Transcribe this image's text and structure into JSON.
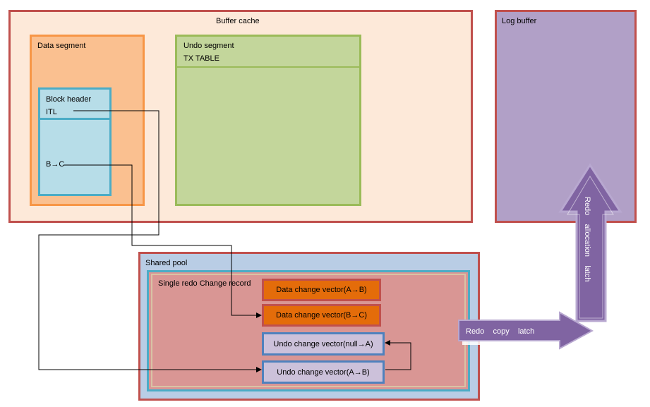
{
  "buffer_cache": {
    "title": "Buffer cache"
  },
  "log_buffer": {
    "title": "Log buffer"
  },
  "data_segment": {
    "title": "Data segment",
    "block": {
      "header": "Block header",
      "itl": "ITL",
      "row": "B→C"
    }
  },
  "undo_segment": {
    "title": "Undo segment",
    "tx_table": "TX TABLE"
  },
  "shared_pool": {
    "title": "Shared pool",
    "change_record": {
      "title": "Single redo Change record",
      "vectors": [
        "Data change vector(A→B)",
        "Data change vector(B→C)",
        "Undo change vector(null→A)",
        "Undo change vector(A→B)"
      ]
    }
  },
  "arrows": {
    "redo_copy_latch": "Redo    copy    latch",
    "redo_allocation_latch": "Redo    allocation    latch"
  },
  "colors": {
    "buffer_cache_fill": "#fde9d9",
    "log_buffer_fill": "#b1a0c7",
    "data_vector_fill": "#e46c0a",
    "undo_vector_fill": "#ccc1da",
    "arrow_fill": "#8064a2"
  }
}
